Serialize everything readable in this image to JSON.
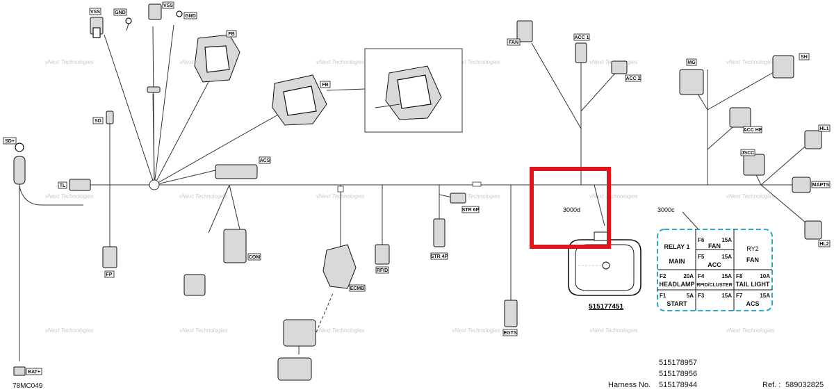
{
  "connectors": {
    "vss1": "VSS",
    "gnd1": "GND",
    "vss2": "VSS",
    "gnd2": "GND",
    "fb1": "FB",
    "fb2": "FB",
    "sd": "SD",
    "sd_plus": "SD+",
    "tl": "TL",
    "fp": "FP",
    "acs": "ACS",
    "com": "COM",
    "ecmb": "ECMB",
    "rfid": "RFID",
    "str6p": "STR 6P",
    "str4p": "STR 4P",
    "egts": "EGTS",
    "fan": "FAN",
    "acc1": "ACC 1",
    "acc2": "ACC 2",
    "mg": "MG",
    "sh": "SH",
    "acc_he": "ACC HE",
    "hl1": "HL1",
    "jscc": "JSCC",
    "mapts": "MAPTS",
    "hl2": "HL2",
    "bat_plus": "BAT+"
  },
  "junctions": {
    "j3000d": "3000d",
    "j3000c": "3000c"
  },
  "relay_box": {
    "part_number": "515177451"
  },
  "fuse_table": {
    "r1c1": "RELAY 1",
    "r1c2_id": "F6",
    "r1c2_amp": "15A",
    "r1c2_name": "FAN",
    "r1c3": "RY2",
    "r2c1": "MAIN",
    "r2c2_id": "F5",
    "r2c2_amp": "15A",
    "r2c2_name": "ACC",
    "r2c3": "FAN",
    "r3c1_id": "F2",
    "r3c1_amp": "20A",
    "r3c1_name": "HEADLAMP",
    "r3c2_id": "F4",
    "r3c2_amp": "15A",
    "r3c2_name": "RFID/CLUSTER",
    "r3c3_id": "F8",
    "r3c3_amp": "10A",
    "r3c3_name": "TAIL LIGHT",
    "r4c1_id": "F1",
    "r4c1_amp": "5A",
    "r4c1_name": "START",
    "r4c2_id": "F3",
    "r4c2_amp": "15A",
    "r4c2_name": "",
    "r4c3_id": "F7",
    "r4c3_amp": "15A",
    "r4c3_name": "ACS"
  },
  "footer": {
    "drawing_code": "78MC049",
    "harness_1": "515178957",
    "harness_2": "515178956",
    "harness_label": "Harness No.",
    "harness_3": "515178944",
    "ref_label": "Ref. :",
    "ref_value": "589032825"
  },
  "watermark": {
    "text": "vNext Technologies"
  },
  "highlight": {
    "color": "#e0141c"
  },
  "fuse_border_color": "#2aa6c8"
}
